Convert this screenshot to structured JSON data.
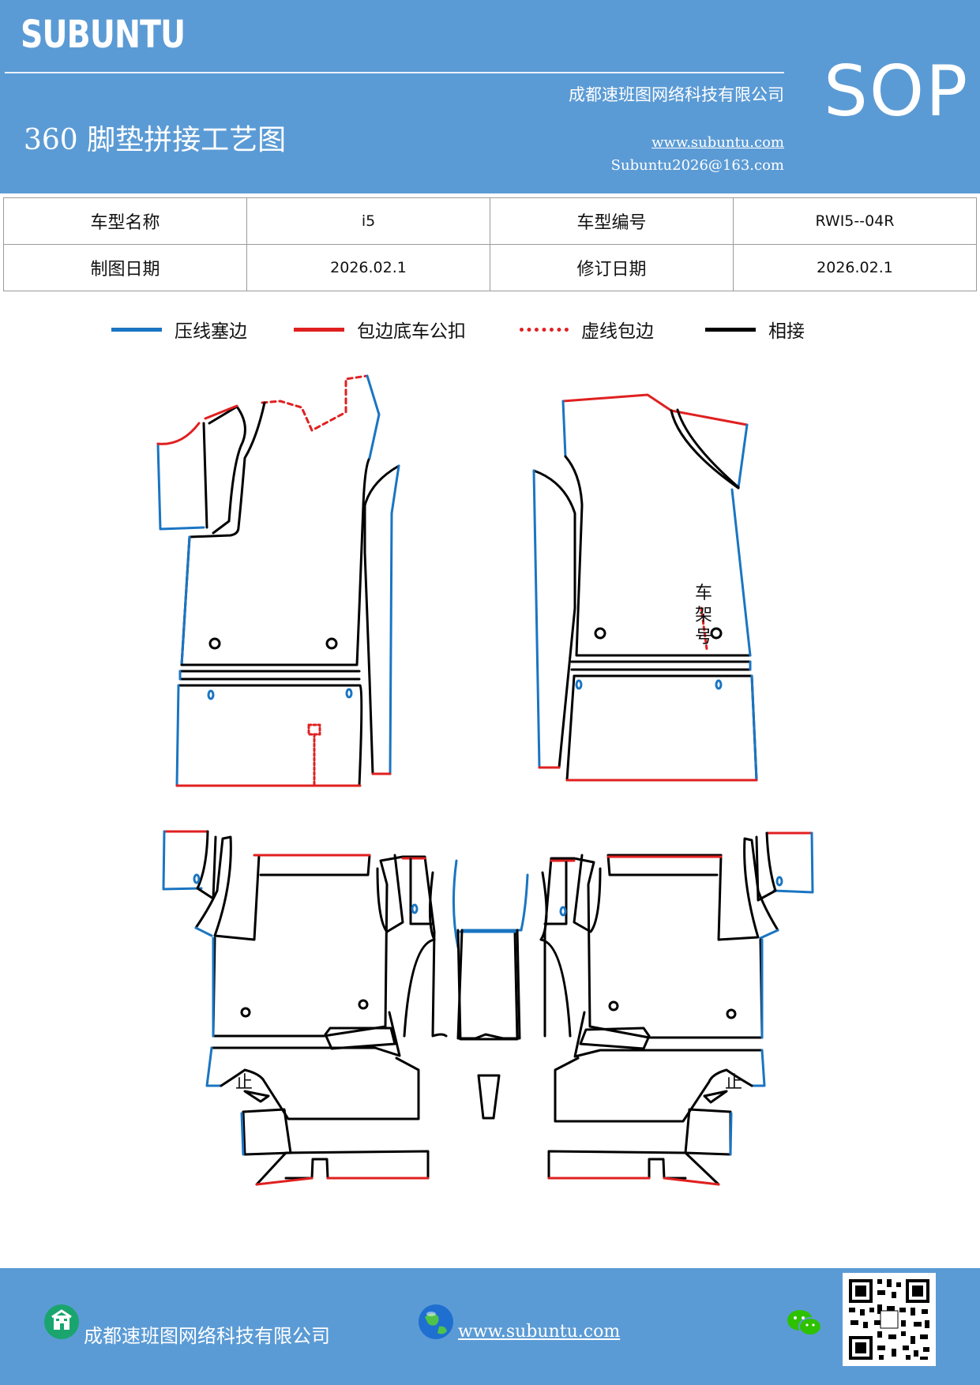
{
  "header": {
    "brand": "SUBUNTU",
    "sop": "SOP",
    "company": "成都速班图网络科技有限公司",
    "title": "360 脚垫拼接工艺图",
    "url": "www.subuntu.com",
    "email": "Subuntu2026@163.com"
  },
  "info": {
    "model_name_label": "车型名称",
    "model_name": "i5",
    "model_code_label": "车型编号",
    "model_code": "RWI5--04R",
    "draw_date_label": "制图日期",
    "draw_date": "2026.02.1",
    "revise_date_label": "修订日期",
    "revise_date": "2026.02.1"
  },
  "legend": [
    {
      "label": "压线塞边",
      "color": "#1a75c2",
      "style": "solid"
    },
    {
      "label": "包边底车公扣",
      "color": "#e02020",
      "style": "solid"
    },
    {
      "label": "虚线包边",
      "color": "#e02020",
      "style": "dotted"
    },
    {
      "label": "相接",
      "color": "#000000",
      "style": "solid"
    }
  ],
  "drawing": {
    "vin_label": "车架号",
    "mark_label": "止"
  },
  "footer": {
    "company": "成都速班图网络科技有限公司",
    "url": "www.subuntu.com"
  },
  "colors": {
    "header_bg": "#5b9bd5",
    "blue_line": "#1a75c2",
    "red_line": "#e02020"
  },
  "icons": [
    "building-icon",
    "globe-icon",
    "wechat-icon",
    "qr-code"
  ]
}
